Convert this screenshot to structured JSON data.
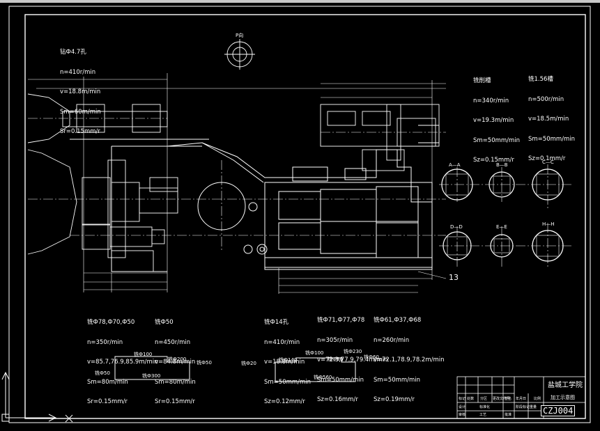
{
  "notes": {
    "top_left": [
      "钻Ф4.7孔",
      "n=410r/min",
      "v=18.8m/min",
      "Sm=60m/min",
      "Sr=0.15mm/r"
    ],
    "top_right_a": [
      "铣削槽",
      "n=340r/min",
      "v=19.3m/min",
      "Sm=50mm/min",
      "Sz=0.15mm/r"
    ],
    "top_right_b": [
      "铣1.56槽",
      "n=500r/min",
      "v=18.5m/min",
      "Sm=50mm/min",
      "Sz=0.1mm/r"
    ],
    "bottom_1": [
      "铣Ф78,Ф70,Ф50",
      "n=350r/min",
      "v=85.7,76.9,85.9m/min",
      "Sm=80m/min",
      "Sr=0.15mm/r"
    ],
    "bottom_2": [
      "铣Ф50",
      "n=450r/min",
      "v=84.8m/min",
      "Sm=80m/min",
      "Sr=0.15mm/r"
    ],
    "bottom_3": [
      "铣Ф14孔",
      "n=410r/min",
      "v=18.8m/min",
      "Sm=50mm/min",
      "Sz=0.12mm/r"
    ],
    "bottom_4": [
      "铣Ф71,Ф77,Ф78",
      "n=305r/min",
      "v=72.3,77.9,79.4m/min",
      "Sm=50mm/min",
      "Sz=0.16mm/r"
    ],
    "bottom_5": [
      "铣Ф61,Ф37,Ф68",
      "n=260r/min",
      "v=72.1,78.9,78.2m/min",
      "Sm=50mm/min",
      "Sz=0.19mm/r"
    ]
  },
  "labels": {
    "view_p": "P向",
    "part_no": "13",
    "sec_aa": "A—A",
    "sec_bb": "B—B",
    "sec_cc": "C—C",
    "sec_dd": "D—D",
    "sec_ee": "E—E",
    "sec_hh": "H—H",
    "s1_a": "铣Ф100",
    "s1_b": "铣Ф200",
    "s1_c": "铣Ф50",
    "s1_d": "铣Ф50",
    "s1_e": "铣Ф300",
    "s2_a": "铣Ф20",
    "s2_b": "铣Ф140",
    "s2_c": "铣Ф100",
    "s2_d": "铣Ф80",
    "s2_e": "铣Ф230",
    "s2_f": "铣Ф60",
    "s2_g": "铣Ф560"
  },
  "title_block": {
    "school": "盐城工学院",
    "drawing_name": "加工示意图",
    "cells": [
      "标记",
      "处数",
      "分区",
      "更改文件号",
      "签名",
      "年月日",
      "设计",
      "标准化",
      "阶段标记",
      "重量",
      "比例",
      "审核",
      "工艺",
      "批准"
    ],
    "code": "CZJ004"
  }
}
